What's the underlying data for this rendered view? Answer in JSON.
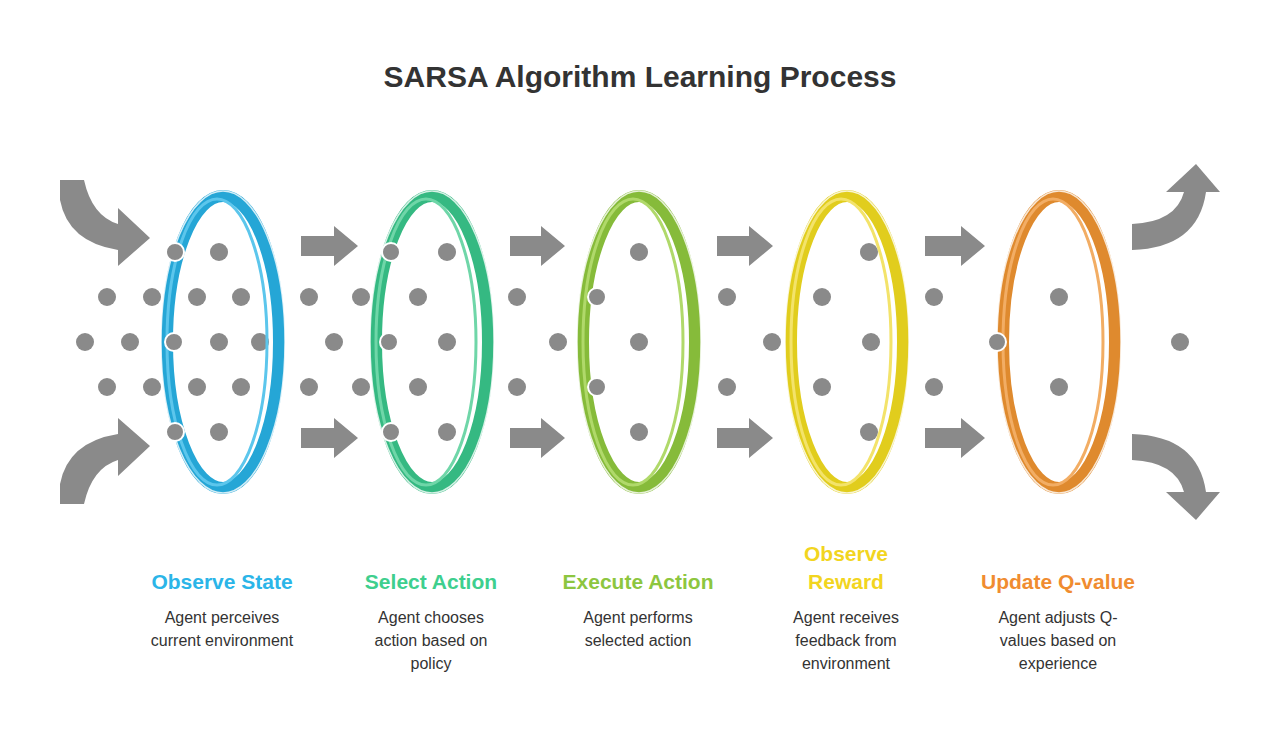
{
  "diagram": {
    "title": "SARSA Algorithm Learning Process",
    "nodes": [
      {
        "text": [
          "Observe State",
          "Agent perceives current environment"
        ]
      },
      {
        "text": [
          "Select Action",
          "Agent chooses action based on policy"
        ]
      },
      {
        "text": [
          "Execute Action",
          "Agent performs selected action"
        ]
      },
      {
        "text": [
          "Observe Reward",
          "Agent receives feedback from environment"
        ]
      },
      {
        "text": [
          "Update Q-value",
          "Agent adjusts Q-values based on experience"
        ]
      }
    ],
    "edges": [
      {
        "from": 0,
        "to": 1,
        "arrow": "to"
      },
      {
        "from": 1,
        "to": 2,
        "arrow": "to"
      },
      {
        "from": 2,
        "to": 3,
        "arrow": "to"
      },
      {
        "from": 3,
        "to": 4,
        "arrow": "to"
      }
    ]
  }
}
